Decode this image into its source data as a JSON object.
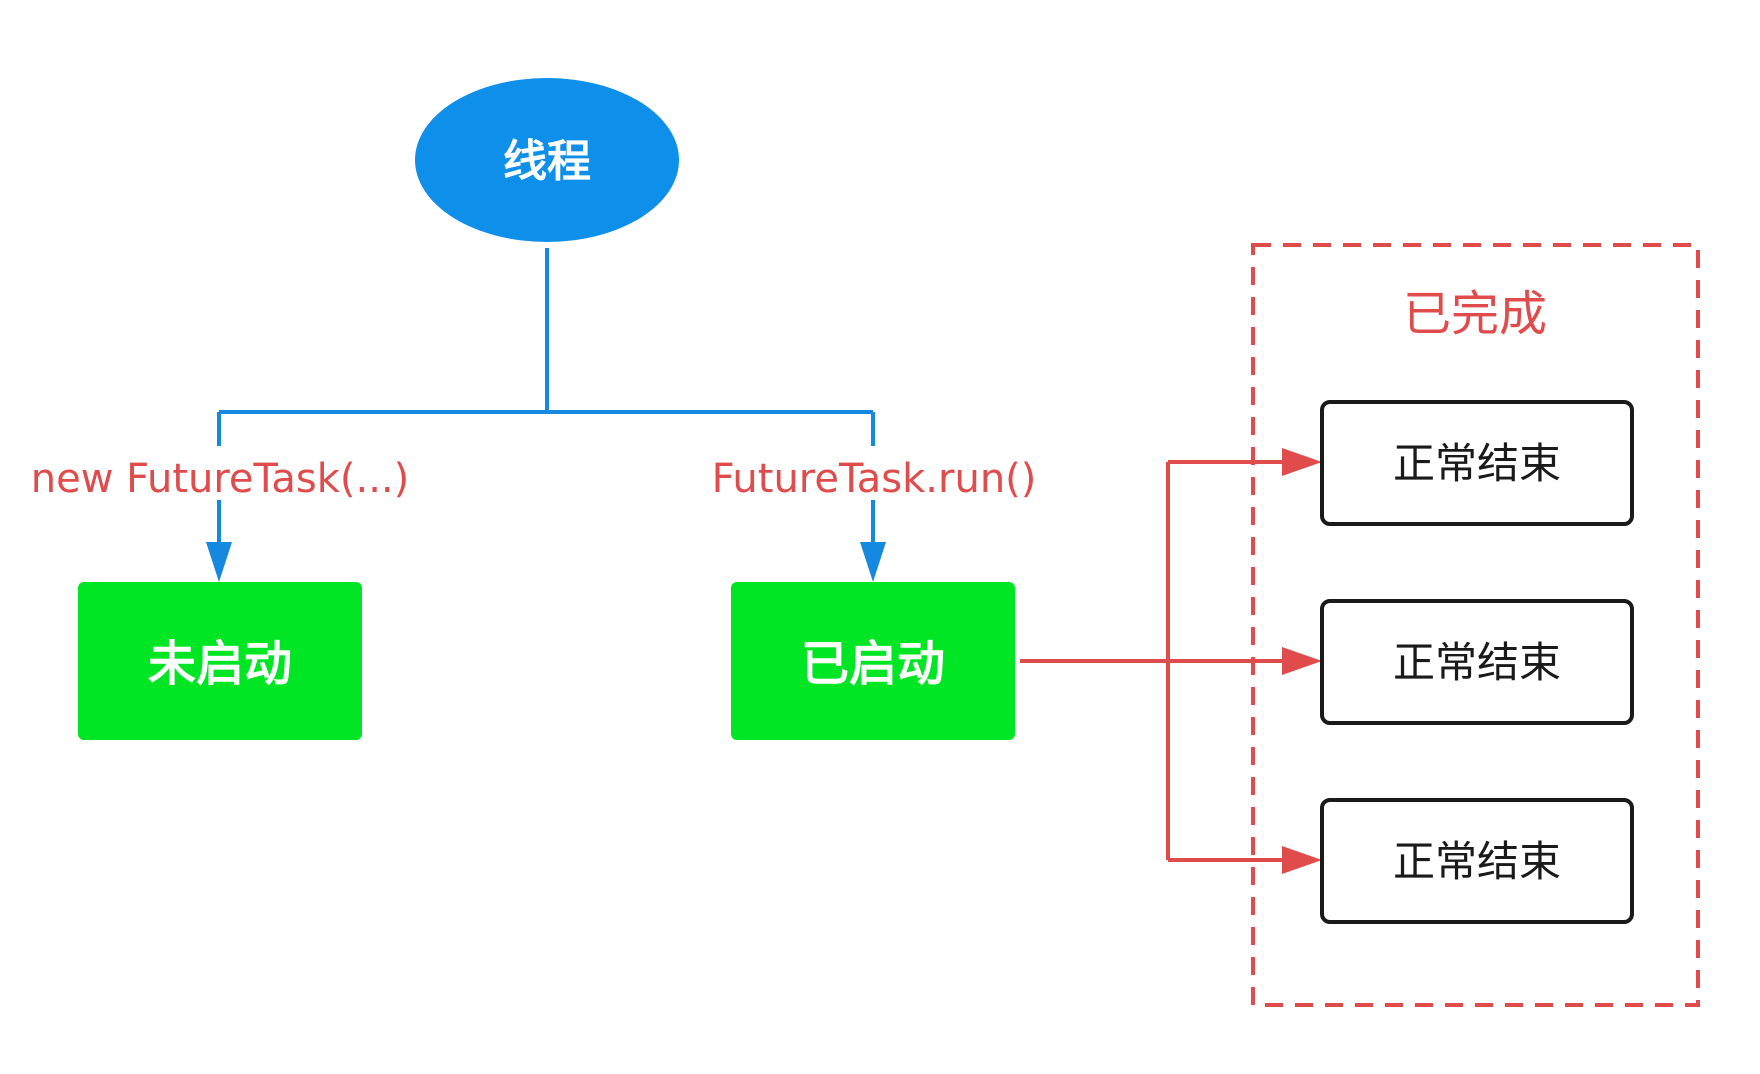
{
  "diagram": {
    "root": {
      "label": "线程",
      "color": "#0E8FEA"
    },
    "transitions": {
      "create": "new FutureTask(...)",
      "run": "FutureTask.run()"
    },
    "states": {
      "not_started": "未启动",
      "started": "已启动",
      "completed_group": {
        "title": "已完成",
        "items": [
          "正常结束",
          "正常结束",
          "正常结束"
        ]
      }
    },
    "colors": {
      "blue": "#1588E0",
      "green": "#00E020",
      "red": "#E04B4B",
      "black": "#1a1a1a"
    }
  }
}
